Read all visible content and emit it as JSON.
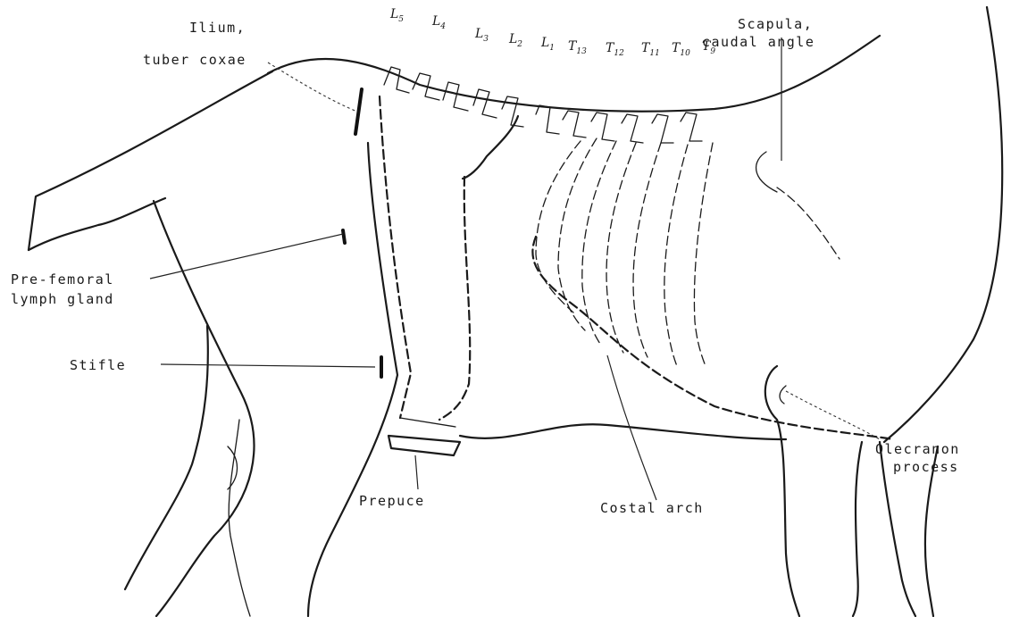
{
  "labels": {
    "ilium": "Ilium,",
    "ilium_sub": "tuber coxae",
    "scapula": "Scapula,",
    "scapula_sub": "caudal angle",
    "prefemoral": "Pre-femoral",
    "prefemoral_sub": "lymph gland",
    "stifle": "Stifle",
    "prepuce": "Prepuce",
    "costal_arch": "Costal arch",
    "olecranon": "Olecranon",
    "olecranon_sub": "process"
  },
  "vertebrae": [
    {
      "base": "L",
      "sub": "5"
    },
    {
      "base": "L",
      "sub": "4"
    },
    {
      "base": "L",
      "sub": "3"
    },
    {
      "base": "L",
      "sub": "2"
    },
    {
      "base": "L",
      "sub": "1"
    },
    {
      "base": "T",
      "sub": "13"
    },
    {
      "base": "T",
      "sub": "12"
    },
    {
      "base": "T",
      "sub": "11"
    },
    {
      "base": "T",
      "sub": "10"
    },
    {
      "base": "T",
      "sub": "9"
    }
  ]
}
